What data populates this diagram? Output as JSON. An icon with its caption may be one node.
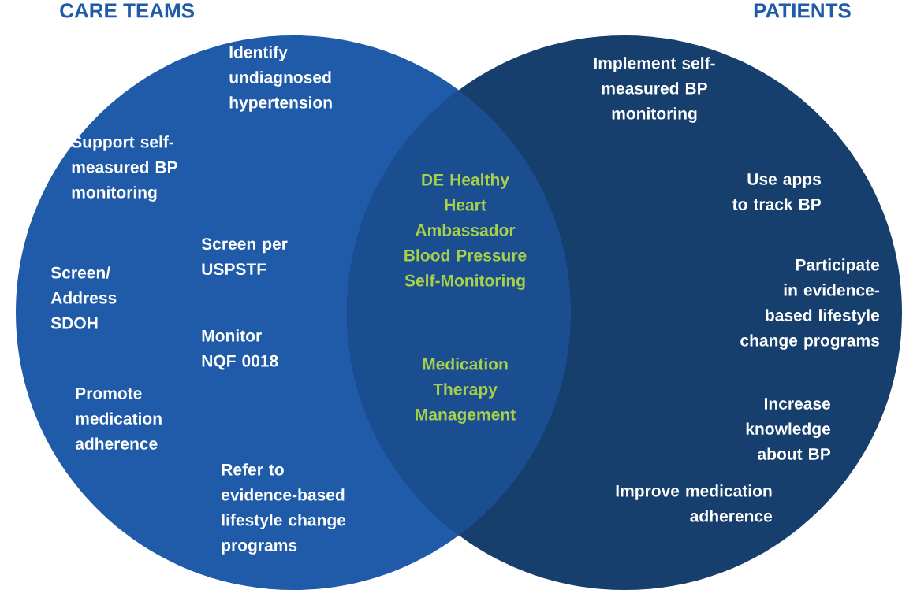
{
  "diagram": {
    "nodes": [
      {
        "text": [
          "CARE TEAMS"
        ]
      },
      {
        "text": [
          "PATIENTS"
        ]
      }
    ],
    "labels": [
      "Identify undiagnosed hypertension",
      "Support self-measured BP monitoring",
      "Screen per USPSTF",
      "Screen/ Address SDOH",
      "Monitor NQF 0018",
      "Promote medication adherence",
      "Refer to evidence-based lifestyle change programs",
      "DE Healthy Heart Ambassador Blood Pressure Self-Monitoring",
      "Medication Therapy Management",
      "Implement self-measured BP monitoring",
      "Use apps to track BP",
      "Participate in evidence-based lifestyle change programs",
      "Increase knowledge about BP",
      "Improve medication adherence"
    ]
  }
}
